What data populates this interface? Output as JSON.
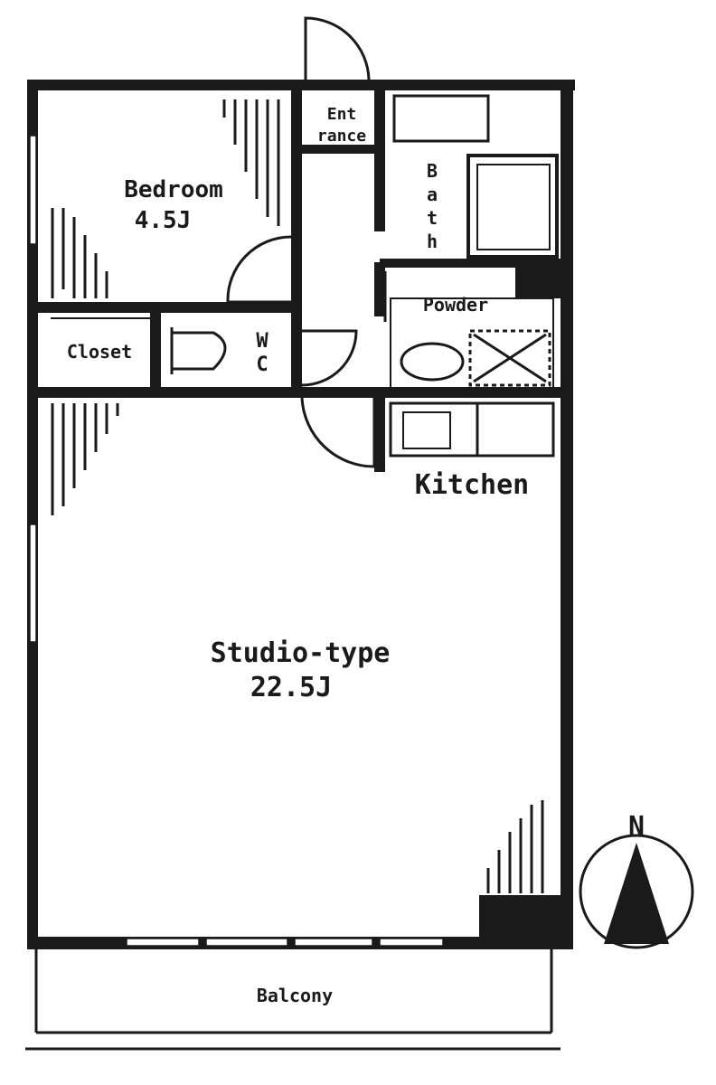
{
  "rooms": {
    "bedroom": {
      "name": "Bedroom",
      "size": "4.5J"
    },
    "entrance": {
      "line1": "Ent",
      "line2": "rance"
    },
    "bath": {
      "letters": [
        "B",
        "a",
        "t",
        "h"
      ]
    },
    "powder": {
      "name": "Powder"
    },
    "closet": {
      "name": "Closet"
    },
    "wc": {
      "line1": "W",
      "line2": "C"
    },
    "kitchen": {
      "name": "Kitchen"
    },
    "studio": {
      "name": "Studio-type",
      "size": "22.5J"
    },
    "balcony": {
      "name": "Balcony"
    }
  },
  "compass": {
    "label": "N"
  },
  "colors": {
    "wall": "#1a1a1a",
    "background": "#ffffff"
  }
}
